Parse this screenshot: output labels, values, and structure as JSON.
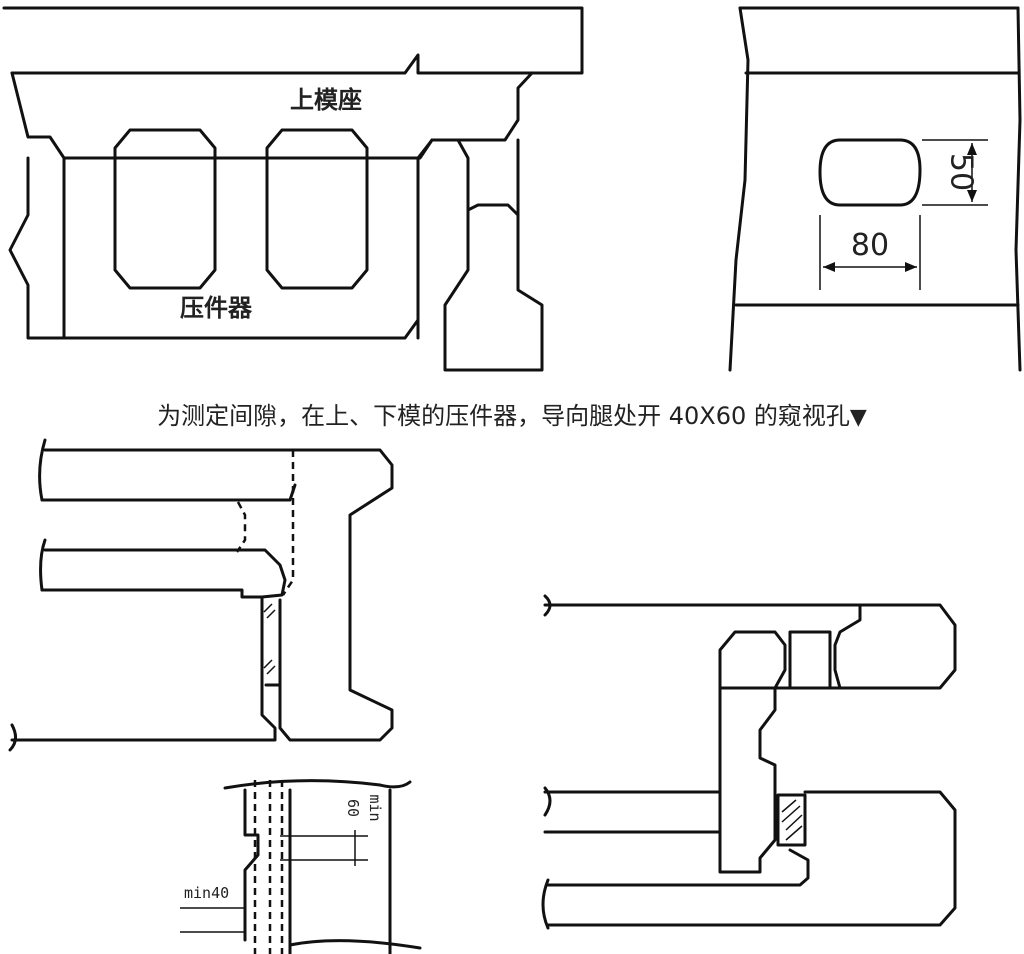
{
  "labels": {
    "upper_die_base": "上模座",
    "presser": "压件器"
  },
  "dimensions": {
    "hole_height": "50",
    "hole_width": "80",
    "min_60_value": "60",
    "min_60_prefix": "min",
    "min_40": "min40"
  },
  "caption": {
    "text": "为测定间隙，在上、下模的压件器，导向腿处开 40X60 的窥视孔",
    "marker": "▼"
  },
  "colors": {
    "line": "#111111",
    "text": "#222222",
    "background": "#ffffff"
  }
}
